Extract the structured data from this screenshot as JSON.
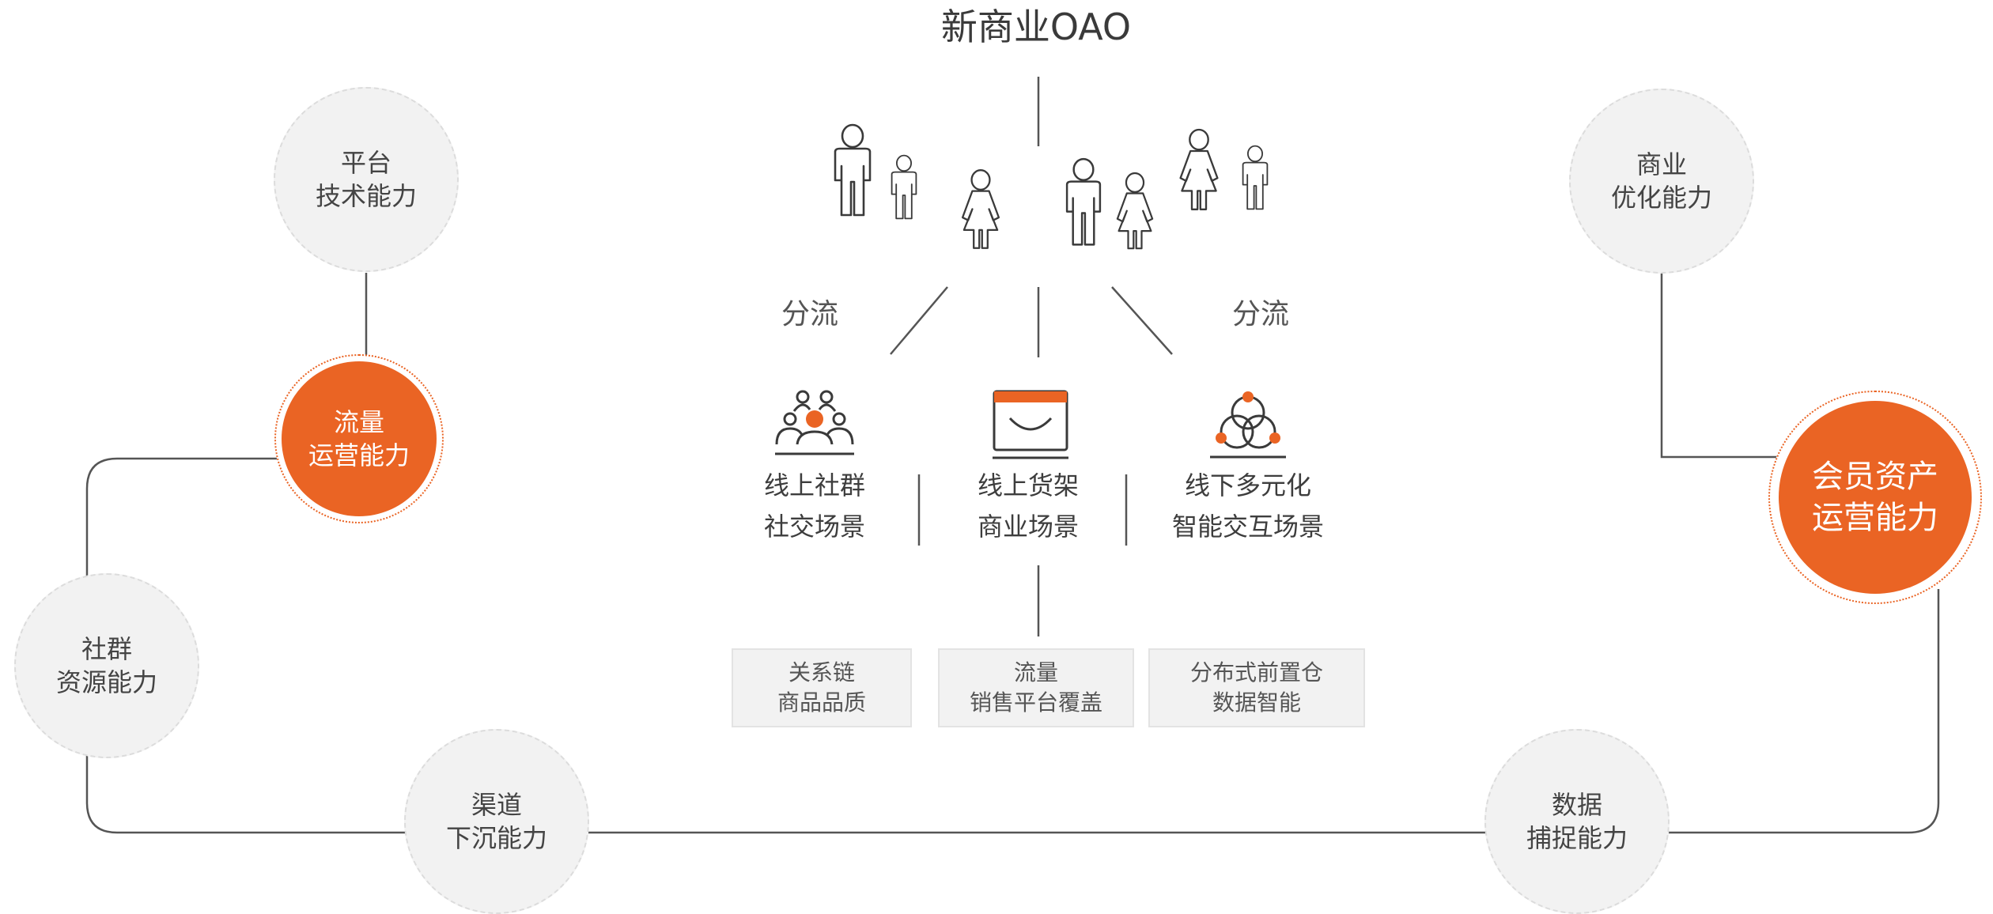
{
  "title": "新商业OAO",
  "circles": {
    "platform": [
      "平台",
      "技术能力"
    ],
    "traffic": [
      "流量",
      "运营能力"
    ],
    "community": [
      "社群",
      "资源能力"
    ],
    "channel": [
      "渠道",
      "下沉能力"
    ],
    "biz": [
      "商业",
      "优化能力"
    ],
    "member": [
      "会员资产",
      "运营能力"
    ],
    "data": [
      "数据",
      "捕捉能力"
    ]
  },
  "flow_labels": [
    "分流",
    "分流"
  ],
  "scenes": [
    [
      "线上社群",
      "社交场景"
    ],
    [
      "线上货架",
      "商业场景"
    ],
    [
      "线下多元化",
      "智能交互场景"
    ]
  ],
  "boxes": [
    [
      "关系链",
      "商品品质"
    ],
    [
      "流量",
      "销售平台覆盖"
    ],
    [
      "分布式前置仓",
      "数据智能"
    ]
  ],
  "colors": {
    "accent": "#ea6424",
    "line": "#555555",
    "circle_bg": "#f2f2f2"
  },
  "icons": [
    "community-icon",
    "shelf-icon",
    "venn-icon",
    "person-icon"
  ]
}
